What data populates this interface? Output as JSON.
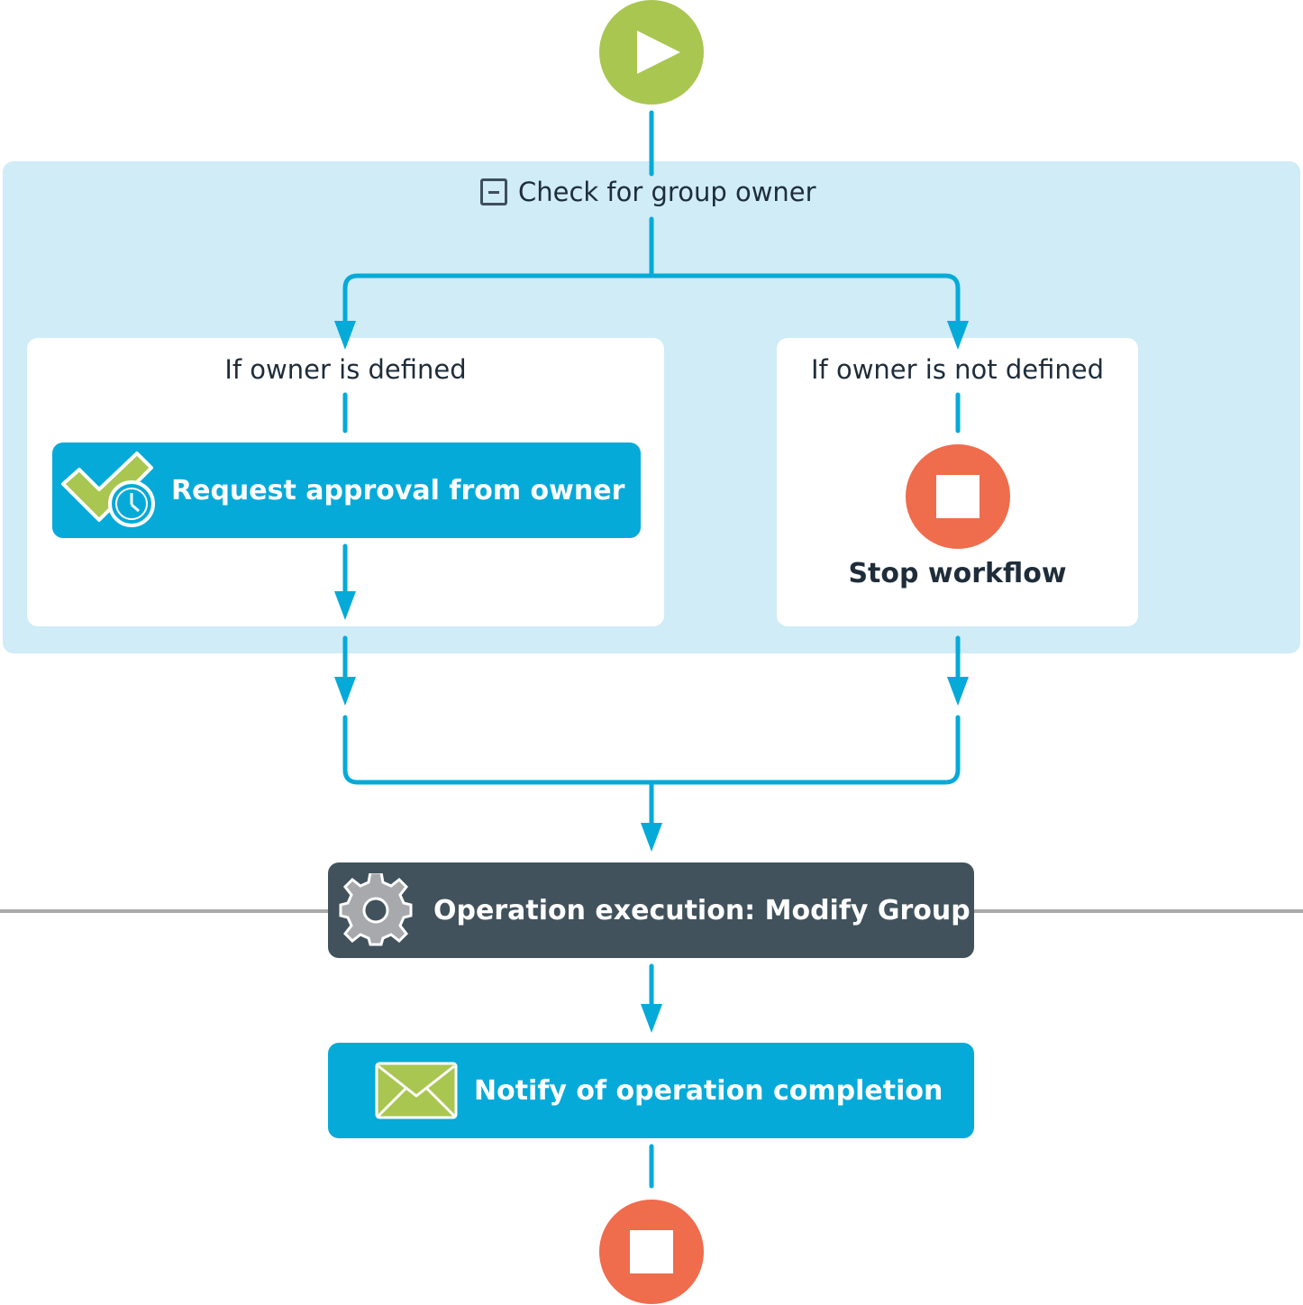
{
  "diagram": {
    "group": {
      "title": "Check for group owner",
      "collapse_icon": "collapse-minus-icon"
    },
    "branches": [
      {
        "label": "If owner is defined",
        "activity": {
          "label": "Request approval from owner",
          "icon": "approval-check-clock-icon"
        }
      },
      {
        "label": "If owner is not defined",
        "stop_label": "Stop workflow"
      }
    ],
    "operation": {
      "label": "Operation execution: Modify Group",
      "icon": "gear-icon"
    },
    "notify": {
      "label": "Notify of operation completion",
      "icon": "envelope-icon"
    },
    "start_icon": "play-icon",
    "end_icon": "stop-icon"
  },
  "colors": {
    "connector": "#05aad9",
    "group_panel": "#cfecf7",
    "start": "#a9c651",
    "stop": "#ef6c4d",
    "activity_blue": "#05aad9",
    "activity_dark": "#41525c",
    "divider": "#aaaaaa"
  }
}
